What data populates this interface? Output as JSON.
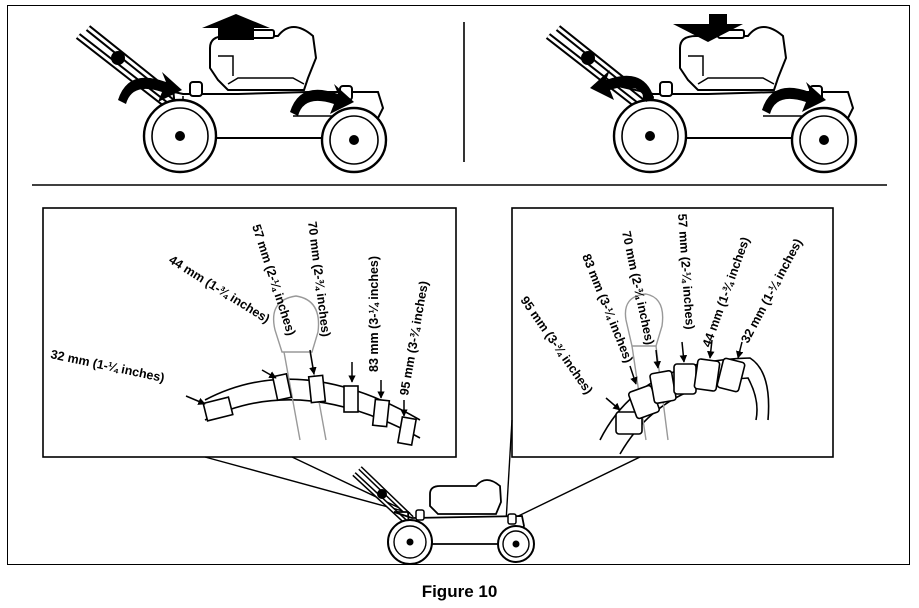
{
  "figure": {
    "caption": "Figure 10"
  },
  "top_panels": [
    {
      "direction": "up",
      "arrow_icon": "arrow-up-icon"
    },
    {
      "direction": "down",
      "arrow_icon": "arrow-down-icon"
    }
  ],
  "left_detail": {
    "labels": [
      "32 mm (1-¼ inches)",
      "44 mm (1-¾ inches)",
      "57 mm (2-¼ inches)",
      "70 mm (2-¾ inches)",
      "83 mm (3-¼ inches)",
      "95 mm (3-¾ inches)"
    ]
  },
  "right_detail": {
    "labels": [
      "95 mm (3-¾ inches)",
      "83 mm (3-¼ inches)",
      "70 mm (2-¾ inches)",
      "57 mm (2-¼ inches)",
      "44 mm (1-¾ inches)",
      "32 mm (1-¼ inches)"
    ]
  }
}
